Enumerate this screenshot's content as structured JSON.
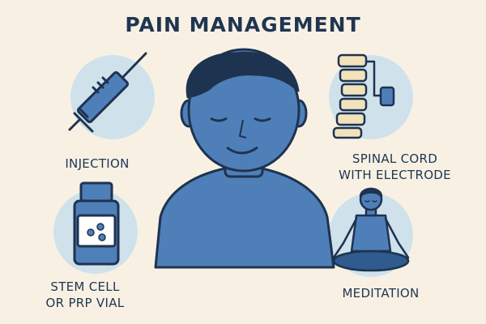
{
  "title": "PAIN MANAGEMENT",
  "items": [
    {
      "label": "INJECTION",
      "icon": "syringe-icon"
    },
    {
      "label_line1": "SPINAL CORD",
      "label_line2": "WITH ELECTRODE",
      "icon": "spine-electrode-icon"
    },
    {
      "label_line1": "STEM CELL",
      "label_line2": "OR PRP VIAL",
      "icon": "vial-icon"
    },
    {
      "label": "MEDITATION",
      "icon": "meditating-person-icon"
    }
  ],
  "center_figure": "person-icon",
  "colors": {
    "background": "#f8f1e3",
    "text": "#1f3552",
    "circle": "#cfe2ec",
    "figure": "#4f7fb8",
    "outline": "#1e3350",
    "spine": "#f2e2bc"
  }
}
